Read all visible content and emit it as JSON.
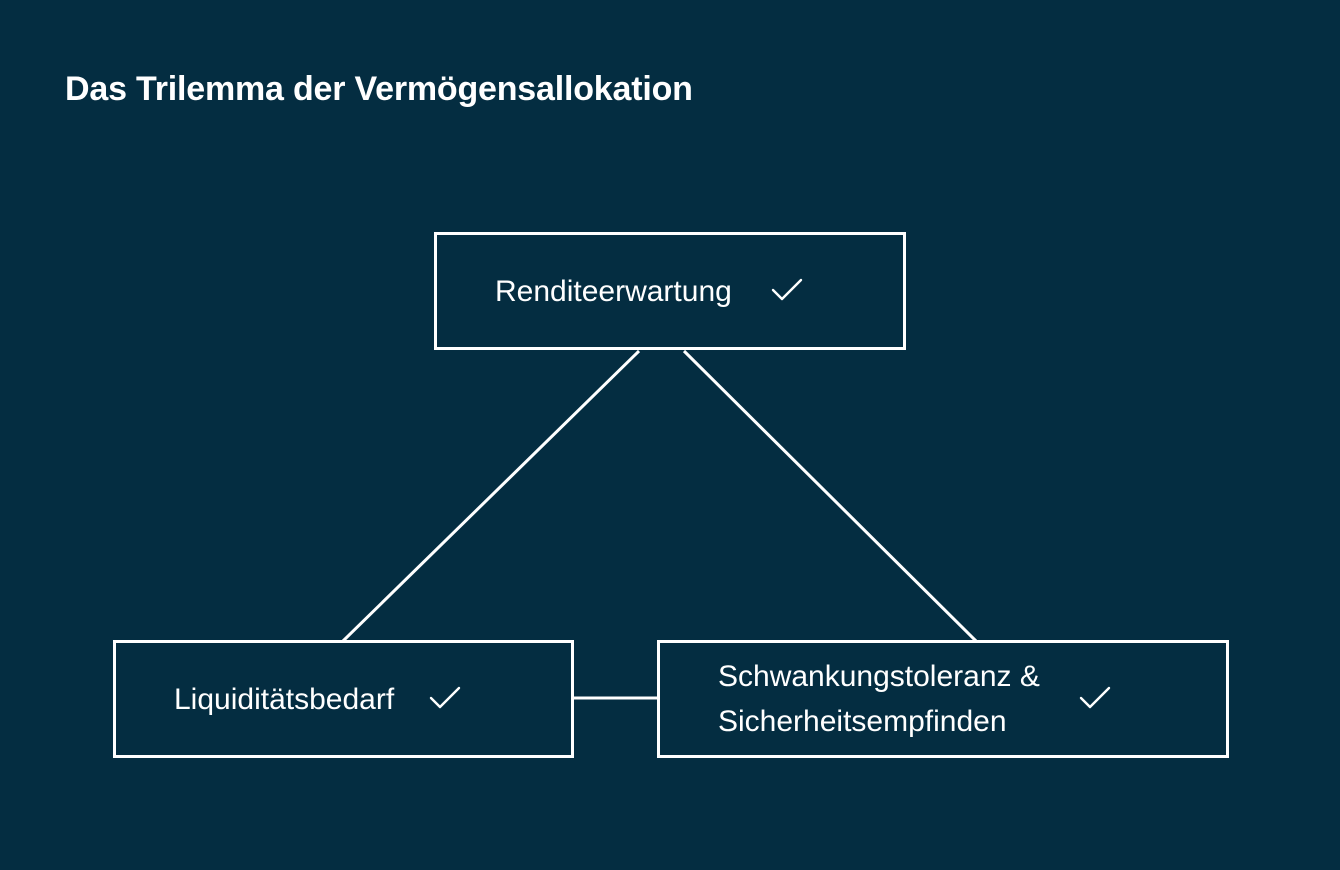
{
  "page": {
    "title": "Das Trilemma der Vermögensallokation",
    "background_color": "#042d41",
    "foreground_color": "#ffffff"
  },
  "diagram": {
    "type": "triangle-trilemma",
    "nodes": [
      {
        "id": "return-expectation",
        "label": "Renditeerwartung",
        "icon": "check-icon",
        "position": "top"
      },
      {
        "id": "liquidity-need",
        "label": "Liquiditätsbedarf",
        "icon": "check-icon",
        "position": "bottom-left"
      },
      {
        "id": "volatility-tolerance",
        "label": "Schwankungstoleranz &\nSicherheitsempfinden",
        "icon": "check-icon",
        "position": "bottom-right"
      }
    ],
    "edges": [
      {
        "from": "return-expectation",
        "to": "liquidity-need"
      },
      {
        "from": "return-expectation",
        "to": "volatility-tolerance"
      },
      {
        "from": "liquidity-need",
        "to": "volatility-tolerance"
      }
    ]
  }
}
